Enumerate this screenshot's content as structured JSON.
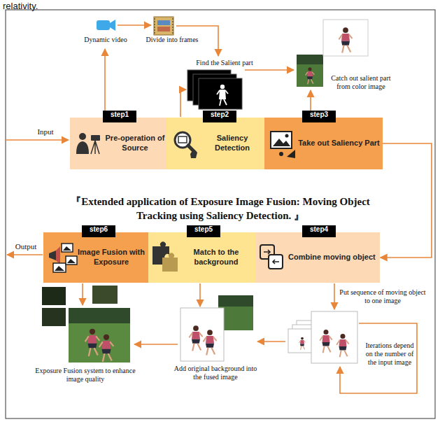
{
  "diagram": {
    "title": "『Extended application of Exposure Image Fusion: Moving Object Tracking using Saliency Detection. 』",
    "nodes": [
      {
        "text": [
          "step1",
          "Pre-operation of Source"
        ]
      },
      {
        "text": [
          "step2",
          "Saliency Detection"
        ]
      },
      {
        "text": [
          "step3",
          "Take out Saliency Part"
        ]
      },
      {
        "text": [
          "step4",
          "Combine moving object"
        ]
      },
      {
        "text": [
          "step5",
          "Match to the background"
        ]
      },
      {
        "text": [
          "step6",
          "Image Fusion with Exposure"
        ]
      }
    ],
    "edges": [
      {
        "from": 2,
        "to": 3,
        "arrow": "to"
      }
    ],
    "labels": [
      "relativity.",
      "Input",
      "Dynamic video",
      "Divide into frames",
      "Find the Salient part",
      "Catch out salient part from color image",
      "Output",
      "Exposure Fusion system to enhance image quality",
      "Add original background into the fused image",
      "Put sequence of moving object to one image",
      "Iterations depend on the number of the input image"
    ]
  }
}
